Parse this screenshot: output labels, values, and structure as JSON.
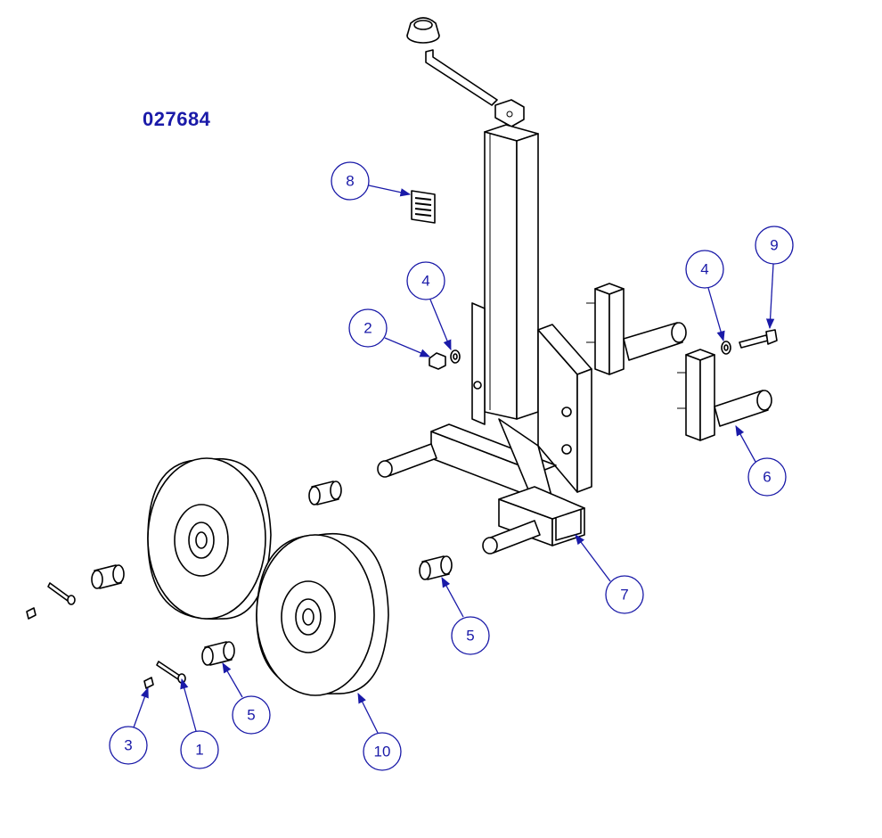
{
  "diagram": {
    "part_number": "027684",
    "colors": {
      "callout": "#1a1aa8",
      "ink": "#000000",
      "background": "#ffffff"
    },
    "callouts": [
      {
        "id": "callout-1",
        "label": "1"
      },
      {
        "id": "callout-2",
        "label": "2"
      },
      {
        "id": "callout-3",
        "label": "3"
      },
      {
        "id": "callout-4a",
        "label": "4"
      },
      {
        "id": "callout-4b",
        "label": "4"
      },
      {
        "id": "callout-5a",
        "label": "5"
      },
      {
        "id": "callout-5b",
        "label": "5"
      },
      {
        "id": "callout-6",
        "label": "6"
      },
      {
        "id": "callout-7",
        "label": "7"
      },
      {
        "id": "callout-8",
        "label": "8"
      },
      {
        "id": "callout-9",
        "label": "9"
      },
      {
        "id": "callout-10",
        "label": "10"
      }
    ]
  }
}
